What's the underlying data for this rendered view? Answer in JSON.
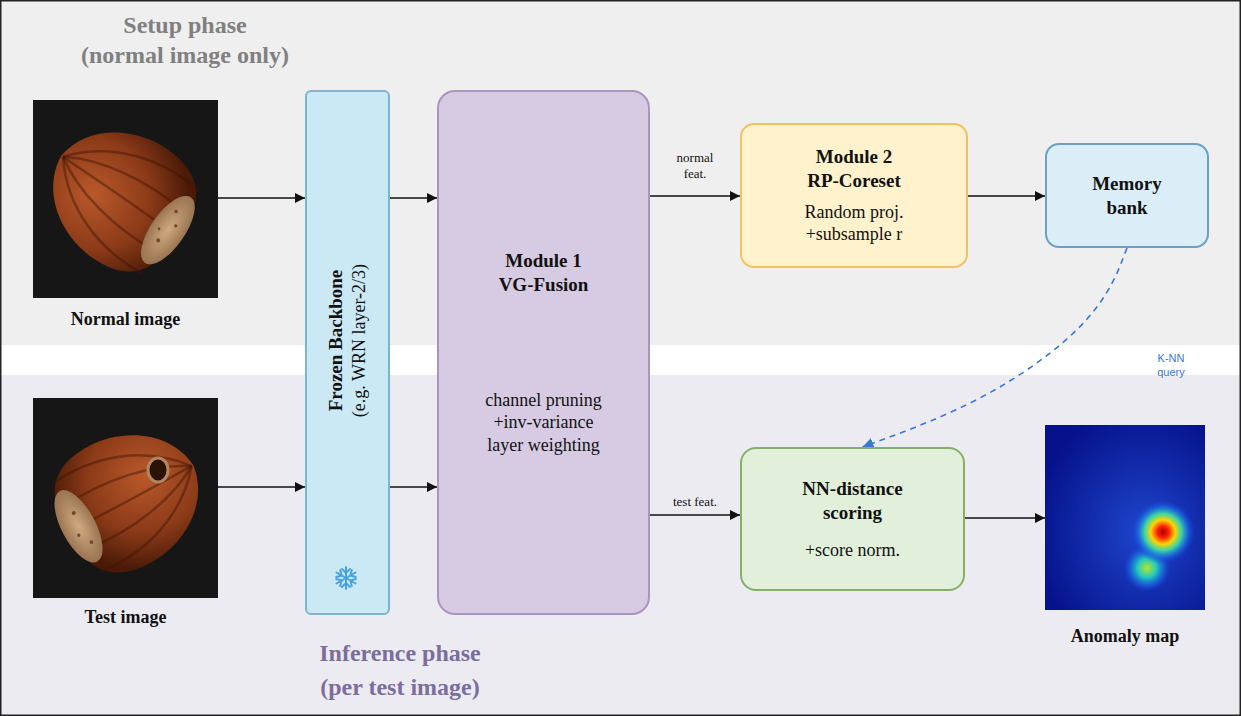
{
  "diagram": {
    "nodes": [
      {
        "text": [
          "Setup phase (normal image only)"
        ]
      },
      {
        "text": [
          "Normal image"
        ],
        "in": 0
      },
      {
        "text": [
          "Frozen Backbone",
          "(e.g. WRN layer-2/3)"
        ]
      },
      {
        "text": [
          "Module 1 VG-Fusion",
          "channel pruning +inv-variance layer weighting"
        ]
      },
      {
        "text": [
          "Module 2 RP-Coreset",
          "Random proj. +subsample r"
        ],
        "in": 0
      },
      {
        "text": [
          "Memory bank"
        ],
        "in": 0
      },
      {
        "text": [
          "Inference phase (per test image)"
        ]
      },
      {
        "text": [
          "Test image"
        ],
        "in": 6
      },
      {
        "text": [
          "NN-distance scoring",
          "+score norm."
        ],
        "in": 6
      },
      {
        "text": [
          "Anomaly map"
        ],
        "in": 6
      }
    ],
    "edges": [
      {
        "from": 1,
        "to": 2,
        "arrow": "to"
      },
      {
        "from": 7,
        "to": 2,
        "arrow": "to"
      },
      {
        "from": 2,
        "to": 3,
        "arrow": "to"
      },
      {
        "from": 2,
        "to": 3,
        "arrow": "to"
      },
      {
        "from": 3,
        "to": 4,
        "label": "normal feat.",
        "arrow": "to"
      },
      {
        "from": 4,
        "to": 5,
        "arrow": "to"
      },
      {
        "from": 5,
        "to": 8,
        "label": "K-NN query",
        "arrow": "to"
      },
      {
        "from": 3,
        "to": 8,
        "label": "test feat.",
        "arrow": "to"
      },
      {
        "from": 8,
        "to": 9,
        "arrow": "to"
      }
    ]
  }
}
